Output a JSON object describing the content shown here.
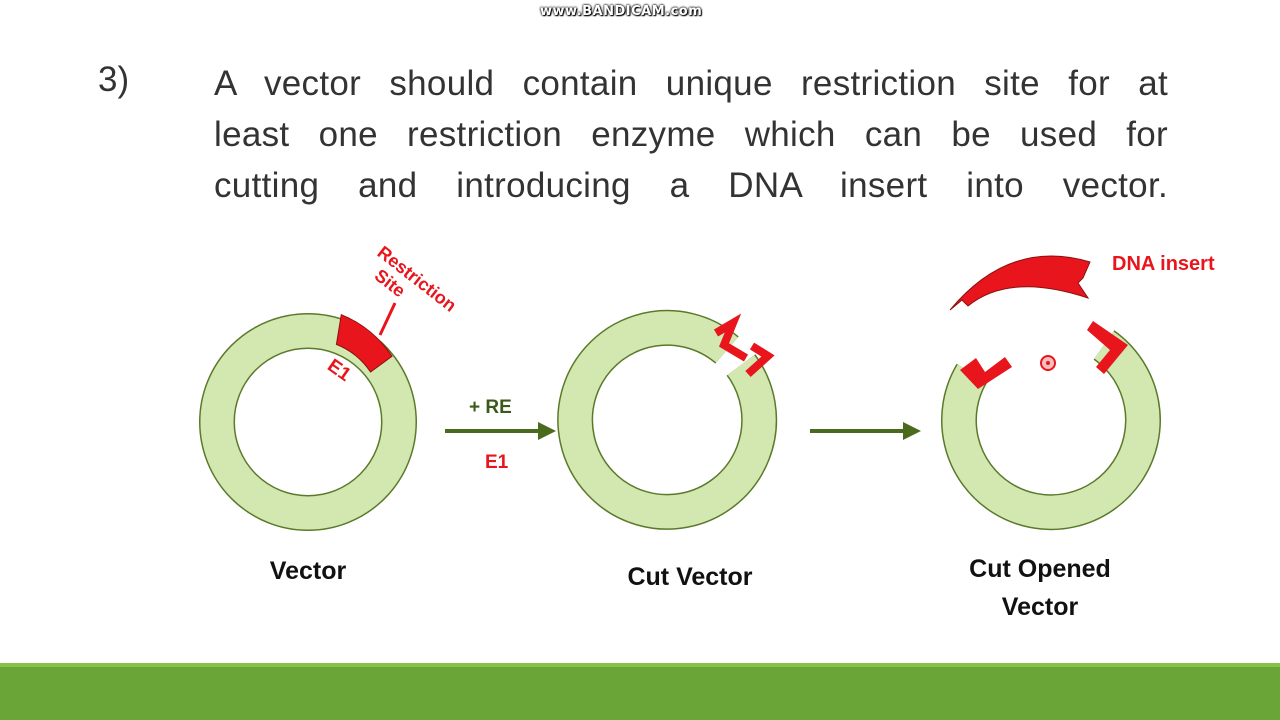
{
  "watermark": "www.BANDICAM.com",
  "point_number": "3)",
  "paragraph_lines": [
    "A vector should contain unique restriction site for at",
    "least one restriction enzyme which can be used for",
    "cutting and introducing a DNA insert into vector."
  ],
  "diagram": {
    "restriction_site_label_line1": "Restriction",
    "restriction_site_label_line2": "Site",
    "site_name": "E1",
    "arrow_label_top": "+ RE",
    "arrow_label_bottom": "E1",
    "dna_insert_label": "DNA insert",
    "vector_label": "Vector",
    "cut_vector_label": "Cut Vector",
    "cut_opened_label_line1": "Cut Opened",
    "cut_opened_label_line2": "Vector"
  },
  "colors": {
    "ring_fill": "#d3e8b1",
    "ring_stroke": "#5a7a2a",
    "red": "#e8161c",
    "arrow": "#4a6a1e",
    "footer": "#6aa637"
  }
}
